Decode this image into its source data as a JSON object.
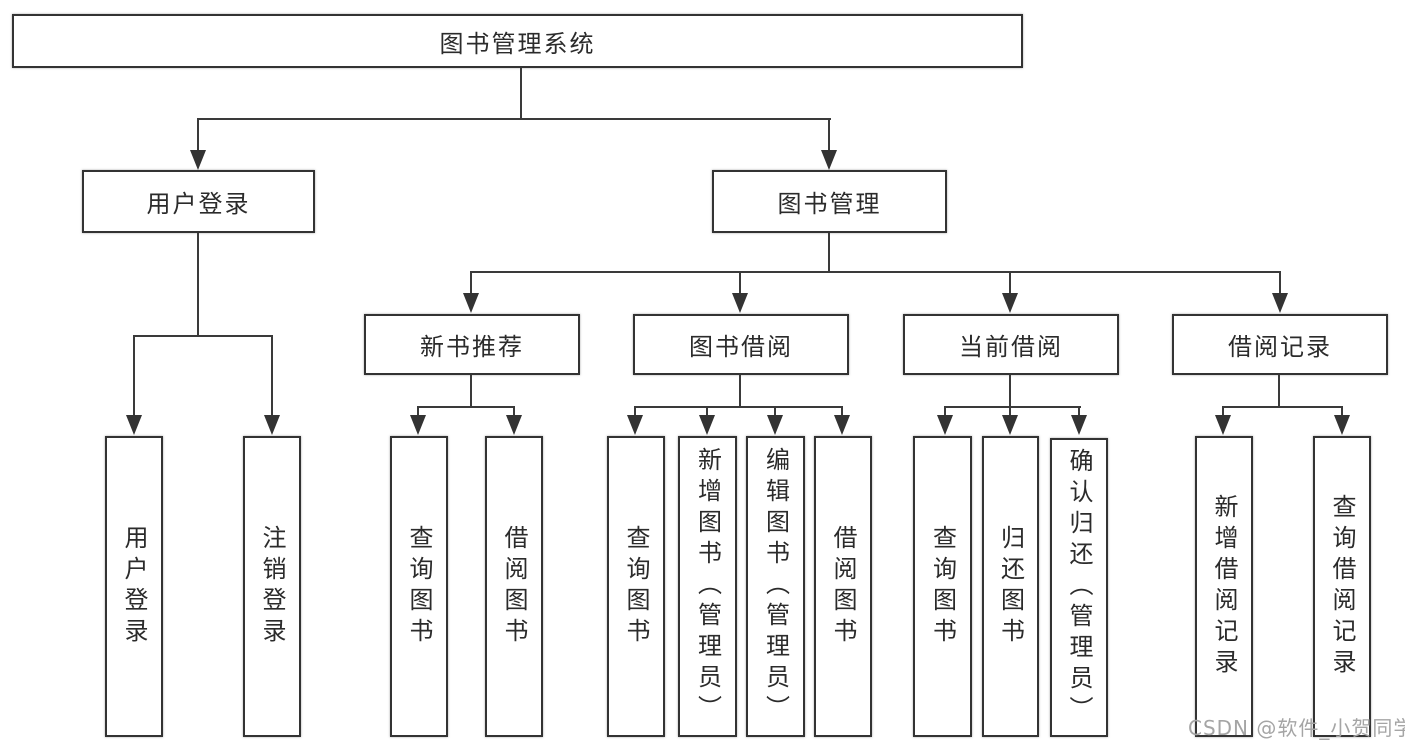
{
  "diagram_type": "hierarchy-diagram",
  "colors": {
    "background": "#ffffff",
    "line": "#3a3a3a",
    "border": "#333333",
    "text": "#2b2b2b",
    "watermark": "#a5a5a5"
  },
  "tree": {
    "label": "图书管理系统",
    "children": [
      {
        "label": "用户登录",
        "children": [
          {
            "label": "用户登录"
          },
          {
            "label": "注销登录"
          }
        ]
      },
      {
        "label": "图书管理",
        "children": [
          {
            "label": "新书推荐",
            "children": [
              {
                "label": "查询图书"
              },
              {
                "label": "借阅图书"
              }
            ]
          },
          {
            "label": "图书借阅",
            "children": [
              {
                "label": "查询图书"
              },
              {
                "label": "新增图书（管理员）"
              },
              {
                "label": "编辑图书（管理员）"
              },
              {
                "label": "借阅图书"
              }
            ]
          },
          {
            "label": "当前借阅",
            "children": [
              {
                "label": "查询图书"
              },
              {
                "label": "归还图书"
              },
              {
                "label": "确认归还（管理员）"
              }
            ]
          },
          {
            "label": "借阅记录",
            "children": [
              {
                "label": "新增借阅记录"
              },
              {
                "label": "查询借阅记录"
              }
            ]
          }
        ]
      }
    ]
  },
  "watermark": {
    "text": "CSDN @软件_小贺同学"
  }
}
